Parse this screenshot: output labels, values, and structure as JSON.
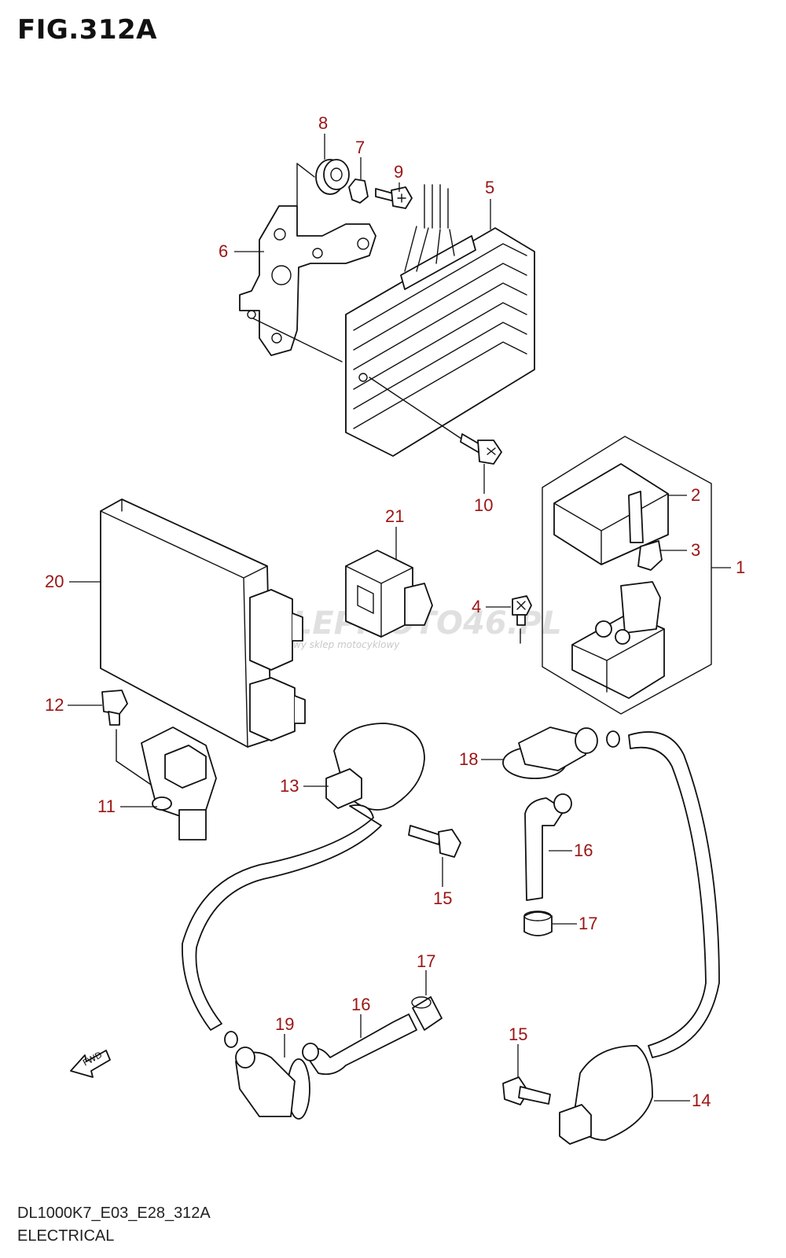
{
  "figure": {
    "title": "FIG.312A"
  },
  "footer": {
    "code": "DL1000K7_E03_E28_312A",
    "name": "ELECTRICAL"
  },
  "watermark": {
    "main": "SKLEPMOTO46.PL",
    "sub": "internetowy sklep motocyklowy"
  },
  "fwd_label": "FWD",
  "callouts": [
    {
      "id": "8",
      "label": "8"
    },
    {
      "id": "7",
      "label": "7"
    },
    {
      "id": "9",
      "label": "9"
    },
    {
      "id": "5",
      "label": "5"
    },
    {
      "id": "6",
      "label": "6"
    },
    {
      "id": "10",
      "label": "10"
    },
    {
      "id": "2",
      "label": "2"
    },
    {
      "id": "21",
      "label": "21"
    },
    {
      "id": "3",
      "label": "3"
    },
    {
      "id": "20",
      "label": "20"
    },
    {
      "id": "1",
      "label": "1"
    },
    {
      "id": "4",
      "label": "4"
    },
    {
      "id": "12",
      "label": "12"
    },
    {
      "id": "18",
      "label": "18"
    },
    {
      "id": "13",
      "label": "13"
    },
    {
      "id": "11",
      "label": "11"
    },
    {
      "id": "16a",
      "label": "16"
    },
    {
      "id": "15a",
      "label": "15"
    },
    {
      "id": "17a",
      "label": "17"
    },
    {
      "id": "17b",
      "label": "17"
    },
    {
      "id": "16b",
      "label": "16"
    },
    {
      "id": "19",
      "label": "19"
    },
    {
      "id": "15b",
      "label": "15"
    },
    {
      "id": "14",
      "label": "14"
    }
  ],
  "colors": {
    "callout": "#9b1414",
    "line": "#111111"
  }
}
